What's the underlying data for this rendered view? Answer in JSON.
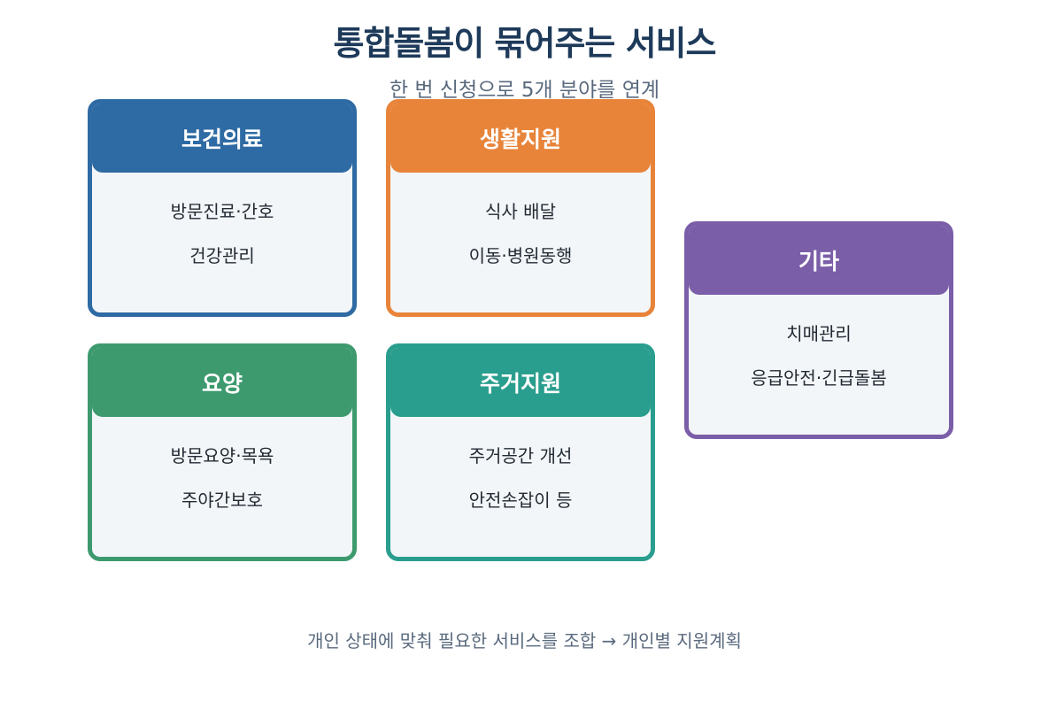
{
  "title": "통합돌봄이 묶어주는 서비스",
  "subtitle": "한 번 신청으로 5개 분야를 연계",
  "footer": "개인 상태에 맞춰 필요한 서비스를 조합 → 개인별 지원계획",
  "cards": [
    {
      "title": "보건의료",
      "color": "#2e6aa3",
      "items": [
        "방문진료·간호",
        "건강관리"
      ]
    },
    {
      "title": "생활지원",
      "color": "#e8843a",
      "items": [
        "식사 배달",
        "이동·병원동행"
      ]
    },
    {
      "title": "요양",
      "color": "#3d9a6e",
      "items": [
        "방문요양·목욕",
        "주야간보호"
      ]
    },
    {
      "title": "주거지원",
      "color": "#2a9e8e",
      "items": [
        "주거공간 개선",
        "안전손잡이 등"
      ]
    },
    {
      "title": "기타",
      "color": "#7b5ea8",
      "items": [
        "치매관리",
        "응급안전·긴급돌봄"
      ]
    }
  ]
}
